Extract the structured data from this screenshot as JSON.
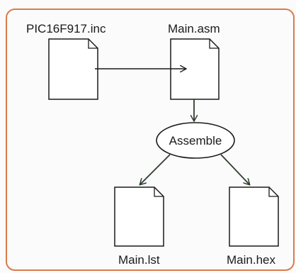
{
  "diagram": {
    "files": {
      "include": "PIC16F917.inc",
      "source": "Main.asm",
      "listing": "Main.lst",
      "hex": "Main.hex"
    },
    "process": {
      "assemble": "Assemble"
    }
  },
  "colors": {
    "frame": "#d97b4a",
    "ink": "#1a1a1a",
    "arrow": "#2f3d2f",
    "background": "#fbfbfb"
  }
}
